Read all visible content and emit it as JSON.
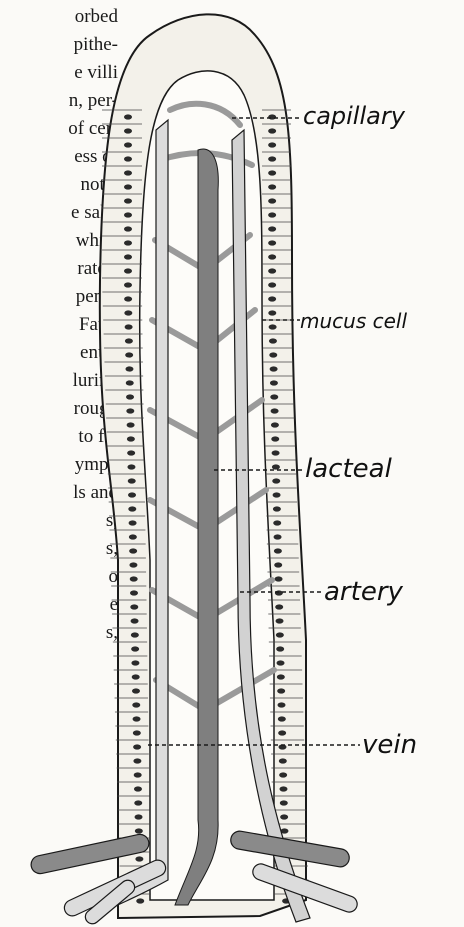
{
  "text_lines": [
    "orbed",
    "pithe-",
    "e villi",
    "n, per-",
    "of cer-",
    "ess of",
    "not a",
    "e salts",
    "while",
    "rates,",
    "pene-",
    "Fatty",
    "enter",
    "luring",
    "rough",
    "to fat",
    "ymph",
    "ls and",
    "s,",
    "s,",
    "o",
    "e",
    "s,"
  ],
  "labels": {
    "capillary": "capillary",
    "mucus_cell": "mucus cell",
    "lacteal": "lacteal",
    "artery": "artery",
    "vein": "vein"
  },
  "colors": {
    "ink": "#1a1a1a",
    "vessel_dark": "#8a8a8a",
    "vessel_light": "#d9d9d9",
    "epithelium": "#f4f2ec"
  }
}
